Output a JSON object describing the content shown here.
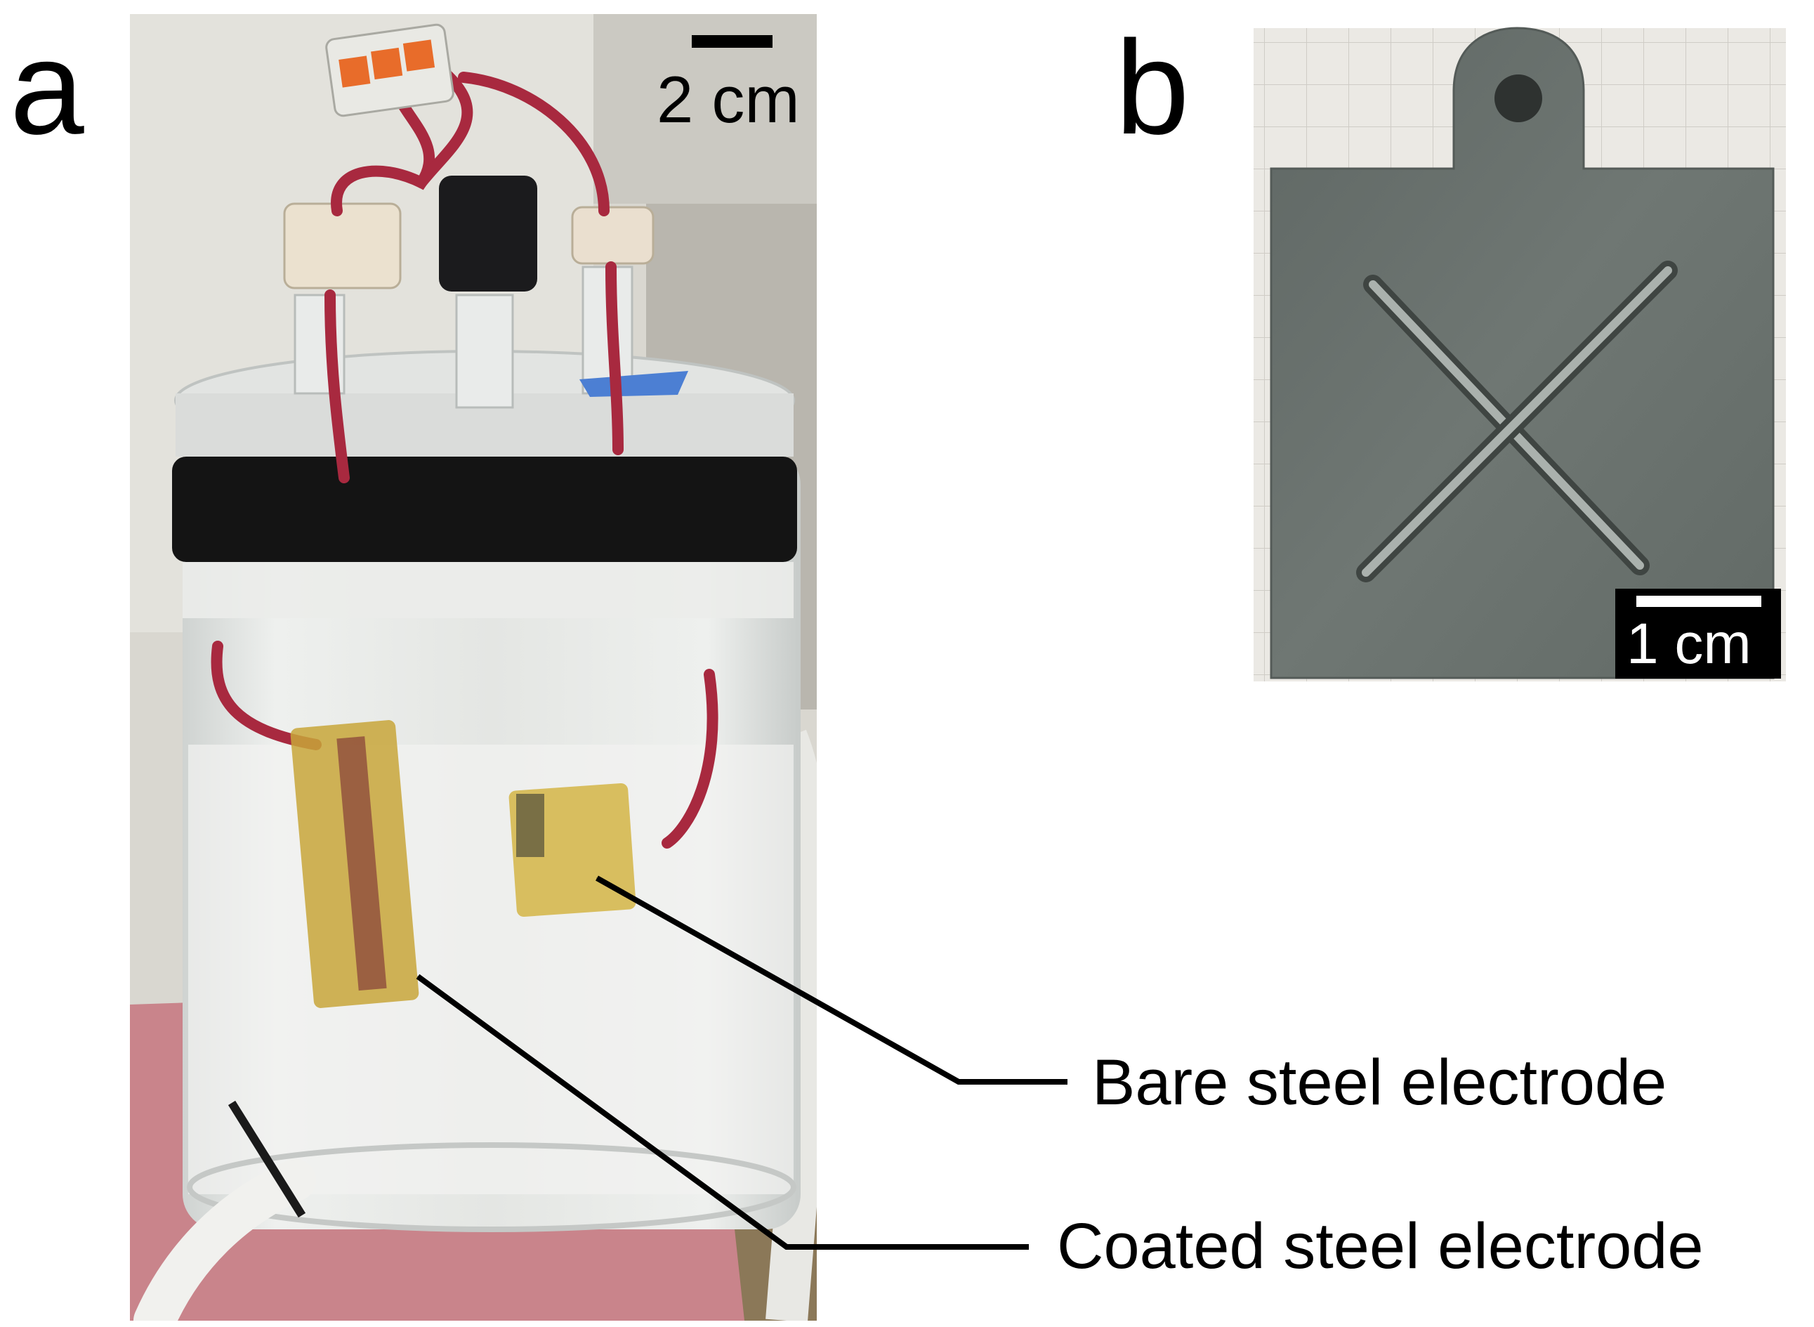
{
  "panel_a": {
    "letter": "a",
    "scale_bar_label": "2 cm",
    "annotations": {
      "bare": "Bare steel electrode",
      "coated": "Coated steel electrode"
    }
  },
  "panel_b": {
    "letter": "b",
    "scale_bar_label": "1 cm"
  },
  "colors": {
    "background_wall": "#dcdad3",
    "glass": "#e6e8e6",
    "tape": "#141414",
    "wire": "#a8293f",
    "electrode_gold": "#c8a63a",
    "pad": "#c9848b",
    "steel": "#6c7370",
    "grid_paper": "#e9e7e2"
  }
}
